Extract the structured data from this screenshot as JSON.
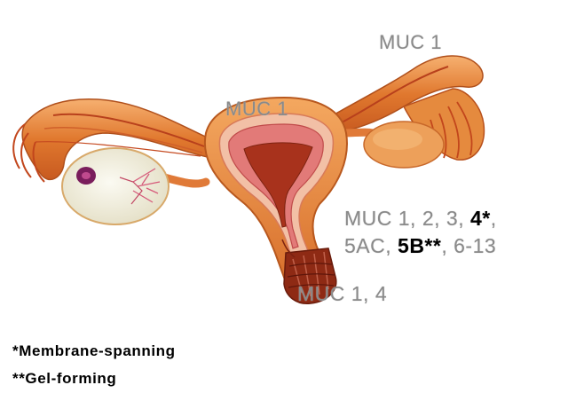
{
  "labels": {
    "oviduct": "MUC 1",
    "endometrium": "MUC 1",
    "cervix_prefix": "MUC 1, 2, 3,",
    "cervix_bold_1": "4*",
    "cervix_mid_1": ",",
    "cervix_line2_start": "5AC,",
    "cervix_bold_2": "5B**",
    "cervix_line2_end": ", 6-13",
    "vagina": "MUC 1, 4"
  },
  "legend": {
    "membrane": "*Membrane-spanning",
    "gel": "**Gel-forming"
  },
  "colors": {
    "background": "#ffffff",
    "label_gray": "#8a8a8a",
    "emphasis": "#000000",
    "tissue_outer": "#e8923a",
    "tissue_inner": "#c0421e",
    "cavity": "#a8321c",
    "ovary": "#f2efe0"
  }
}
